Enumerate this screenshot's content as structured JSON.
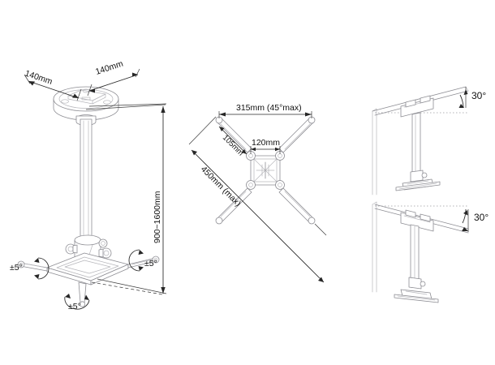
{
  "drawing": {
    "title": "Projector Ceiling Mount Dimensional Drawing",
    "background_color": "#ffffff",
    "line_color": "#8d8d93",
    "dimension_color": "#262626"
  },
  "views": {
    "main_assembly": {
      "name": "main-assembly-isometric-view",
      "dimensions": {
        "ceiling_plate_left": "140mm",
        "ceiling_plate_right": "140mm",
        "pole_height": "900~1600mm"
      },
      "tilt_labels": {
        "left": "±5°",
        "right": "±5°",
        "front": "±5°"
      }
    },
    "plan_view": {
      "name": "mount-plate-plan-view",
      "dimensions": {
        "span_max": "315mm (45°max)",
        "arm_length": "105mm",
        "hub_width": "120mm",
        "diagonal_max": "450mm (max)"
      }
    },
    "sloped_ceiling_top": {
      "name": "sloped-ceiling-view-up",
      "angle": "30°"
    },
    "sloped_ceiling_bottom": {
      "name": "sloped-ceiling-view-down",
      "angle": "30°"
    }
  }
}
